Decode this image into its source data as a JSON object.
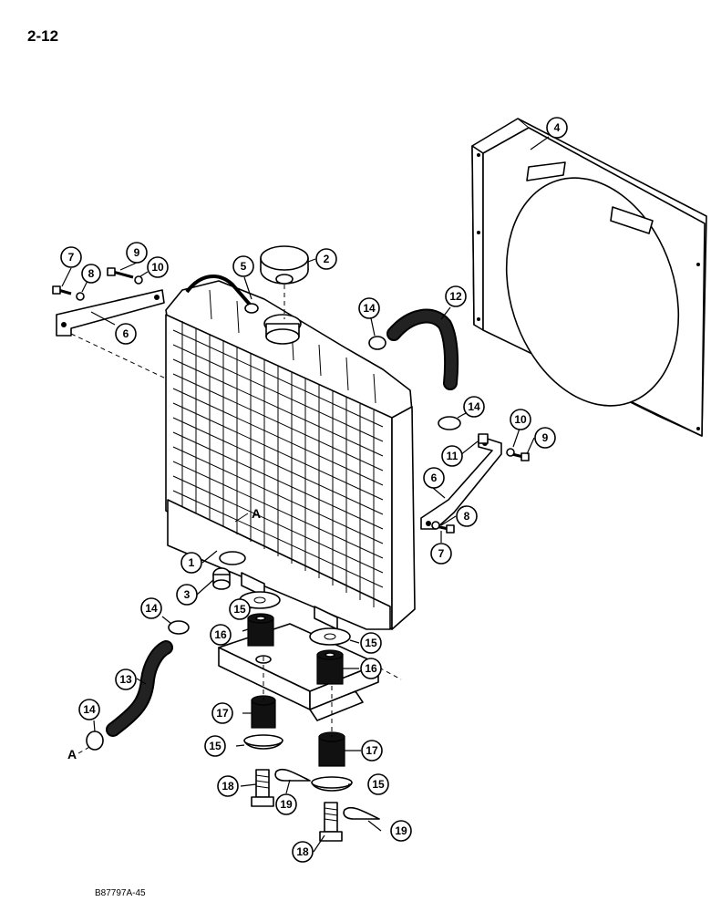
{
  "page_number": "2-12",
  "figure_code": "B87797A-45",
  "reference_letter": "A",
  "callouts": [
    {
      "id": "c1",
      "label": "1"
    },
    {
      "id": "c2",
      "label": "2"
    },
    {
      "id": "c3",
      "label": "3"
    },
    {
      "id": "c4",
      "label": "4"
    },
    {
      "id": "c5",
      "label": "5"
    },
    {
      "id": "c6a",
      "label": "6"
    },
    {
      "id": "c6b",
      "label": "6"
    },
    {
      "id": "c7a",
      "label": "7"
    },
    {
      "id": "c7b",
      "label": "7"
    },
    {
      "id": "c8a",
      "label": "8"
    },
    {
      "id": "c8b",
      "label": "8"
    },
    {
      "id": "c9a",
      "label": "9"
    },
    {
      "id": "c9b",
      "label": "9"
    },
    {
      "id": "c10a",
      "label": "10"
    },
    {
      "id": "c10b",
      "label": "10"
    },
    {
      "id": "c11",
      "label": "11"
    },
    {
      "id": "c12",
      "label": "12"
    },
    {
      "id": "c13",
      "label": "13"
    },
    {
      "id": "c14a",
      "label": "14"
    },
    {
      "id": "c14b",
      "label": "14"
    },
    {
      "id": "c14c",
      "label": "14"
    },
    {
      "id": "c14d",
      "label": "14"
    },
    {
      "id": "c15a",
      "label": "15"
    },
    {
      "id": "c15b",
      "label": "15"
    },
    {
      "id": "c15c",
      "label": "15"
    },
    {
      "id": "c15d",
      "label": "15"
    },
    {
      "id": "c16a",
      "label": "16"
    },
    {
      "id": "c16b",
      "label": "16"
    },
    {
      "id": "c17a",
      "label": "17"
    },
    {
      "id": "c17b",
      "label": "17"
    },
    {
      "id": "c18a",
      "label": "18"
    },
    {
      "id": "c18b",
      "label": "18"
    },
    {
      "id": "c19a",
      "label": "19"
    },
    {
      "id": "c19b",
      "label": "19"
    }
  ]
}
